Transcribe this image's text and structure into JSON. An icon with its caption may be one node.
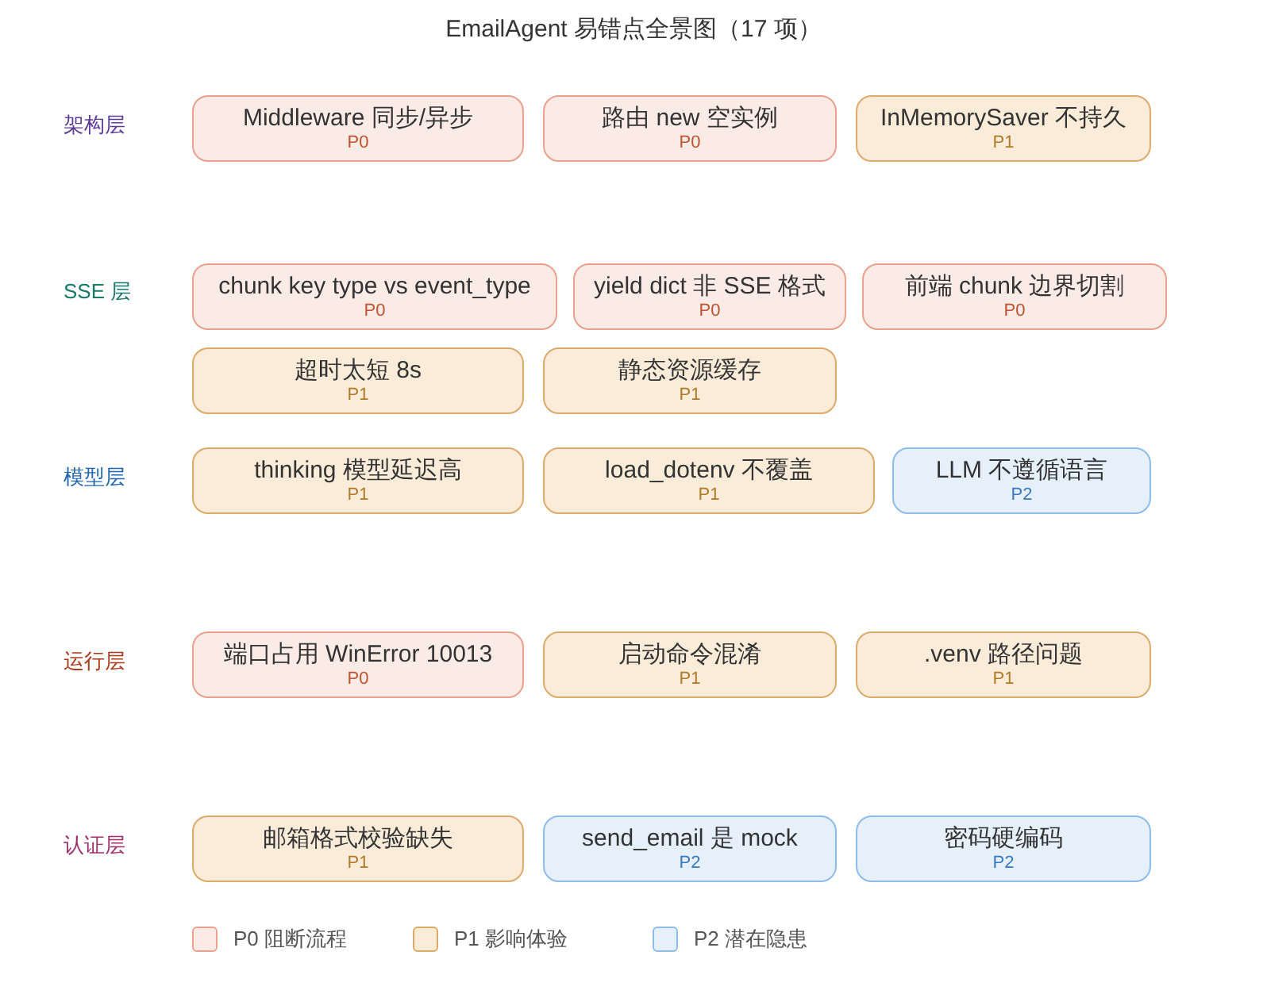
{
  "diagram": {
    "title": "EmailAgent 易错点全景图（17 项）",
    "nodes": [
      {
        "text": [
          "Middleware 同步/异步",
          "P0"
        ]
      },
      {
        "text": [
          "路由 new 空实例",
          "P0"
        ]
      },
      {
        "text": [
          "InMemorySaver 不持久",
          "P1"
        ]
      },
      {
        "text": [
          "chunk key type vs event_type",
          "P0"
        ]
      },
      {
        "text": [
          "yield dict 非 SSE 格式",
          "P0"
        ]
      },
      {
        "text": [
          "前端 chunk 边界切割",
          "P0"
        ]
      },
      {
        "text": [
          "超时太短 8s",
          "P1"
        ]
      },
      {
        "text": [
          "静态资源缓存",
          "P1"
        ]
      },
      {
        "text": [
          "thinking 模型延迟高",
          "P1"
        ]
      },
      {
        "text": [
          "load_dotenv 不覆盖",
          "P1"
        ]
      },
      {
        "text": [
          "LLM 不遵循语言",
          "P2"
        ]
      },
      {
        "text": [
          "端口占用 WinError 10013",
          "P0"
        ]
      },
      {
        "text": [
          "启动命令混淆",
          "P1"
        ]
      },
      {
        "text": [
          ".venv 路径问题",
          "P1"
        ]
      },
      {
        "text": [
          "邮箱格式校验缺失",
          "P1"
        ]
      },
      {
        "text": [
          "send_email 是 mock",
          "P2"
        ]
      },
      {
        "text": [
          "密码硬编码",
          "P2"
        ]
      }
    ],
    "labels": [
      "架构层",
      "SSE 层",
      "模型层",
      "运行层",
      "认证层"
    ],
    "legend": [
      {
        "text": "P0 阻断流程",
        "color": "#fbebe7"
      },
      {
        "text": "P1 影响体验",
        "color": "#faecd9"
      },
      {
        "text": "P2 潜在隐患",
        "color": "#e5f0fb"
      }
    ]
  }
}
